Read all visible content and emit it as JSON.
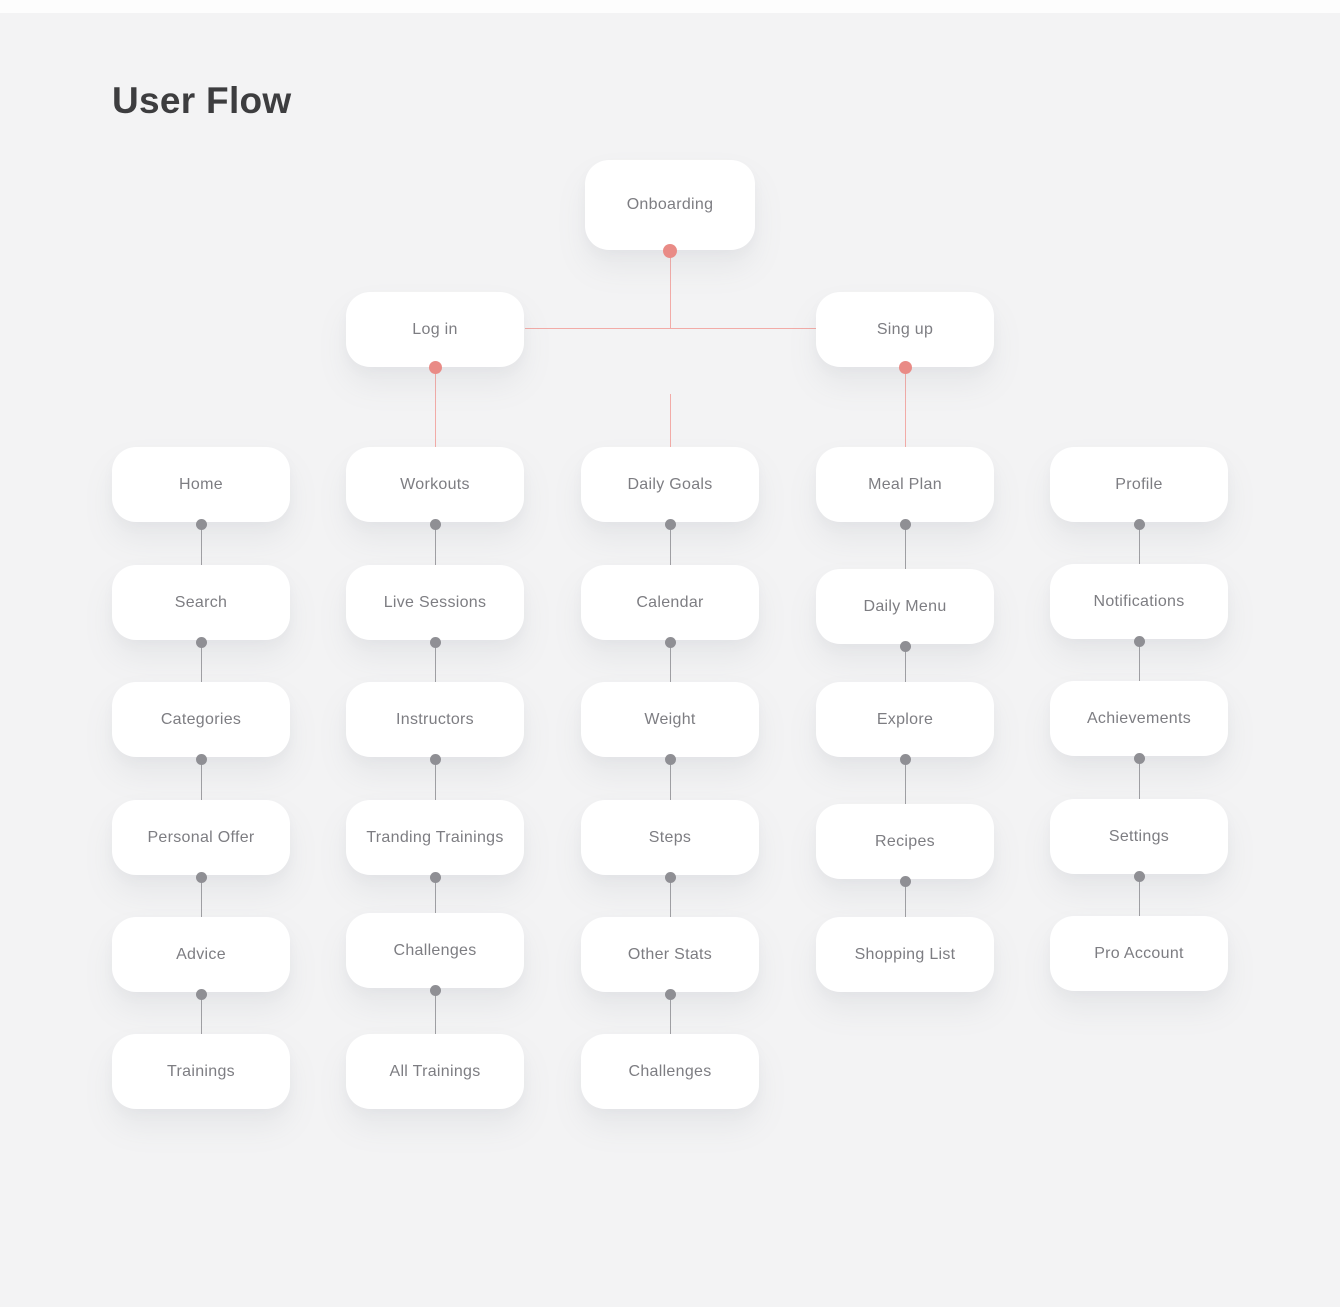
{
  "page": {
    "title": "User Flow"
  },
  "top": {
    "onboarding": "Onboarding",
    "login": "Log in",
    "signup": "Sing up"
  },
  "columns": [
    {
      "nodes": [
        "Home",
        "Search",
        "Categories",
        "Personal Offer",
        "Advice",
        "Trainings"
      ]
    },
    {
      "nodes": [
        "Workouts",
        "Live Sessions",
        "Instructors",
        "Tranding Trainings",
        "Challenges",
        "All Trainings"
      ]
    },
    {
      "nodes": [
        "Daily Goals",
        "Calendar",
        "Weight",
        "Steps",
        "Other Stats",
        "Challenges"
      ]
    },
    {
      "nodes": [
        "Meal Plan",
        "Daily Menu",
        "Explore",
        "Recipes",
        "Shopping List"
      ]
    },
    {
      "nodes": [
        "Profile",
        "Notifications",
        "Achievements",
        "Settings",
        "Pro Account"
      ]
    }
  ],
  "colors": {
    "background": "#f3f3f4",
    "node_fill": "#ffffff",
    "node_text": "#7d7d82",
    "title_text": "#3d3d3f",
    "red_dot": "#e98b86",
    "red_line": "#f2aba7",
    "gray_dot": "#8f8f94",
    "gray_line": "#a0a0a4"
  }
}
